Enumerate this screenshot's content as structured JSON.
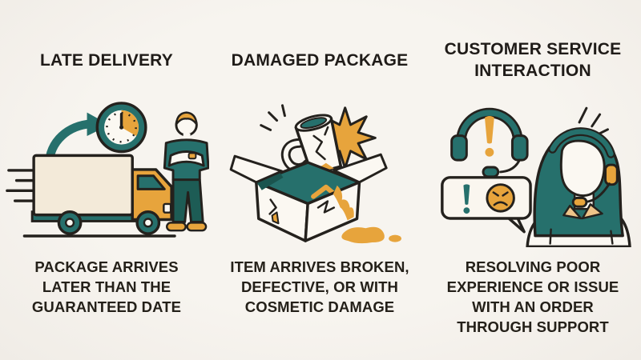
{
  "page": {
    "type": "infographic",
    "background": "#f5f1ec"
  },
  "colors": {
    "teal": "#26706c",
    "teal_dark": "#1d5c55",
    "orange": "#e7a43c",
    "cream": "#f3ead9",
    "collar_cream": "#eec489",
    "paper_white": "#fbf8f2",
    "outline_ink": "#24211d",
    "text": "#1f1b18"
  },
  "columns": [
    {
      "id": "late-delivery",
      "title": "LATE DELIVERY",
      "title_lines": [
        "LATE DELIVERY"
      ],
      "caption": "PACKAGE ARRIVES LATER THAN THE GUARANTEED DATE",
      "caption_lines": [
        "PACKAGE ARRIVES",
        "LATER THAN THE",
        "GUARANTEED DATE"
      ],
      "icons": [
        "speed-lines-icon",
        "delivery-truck-icon",
        "curved-arrow-icon",
        "clock-icon",
        "customer-arms-crossed-icon"
      ]
    },
    {
      "id": "damaged-package",
      "title": "DAMAGED PACKAGE",
      "title_lines": [
        "DAMAGED PACKAGE"
      ],
      "caption": "ITEM ARRIVES BROKEN, DEFECTIVE, OR WITH COSMETIC DAMAGE",
      "caption_lines": [
        "ITEM ARRIVES BROKEN,",
        "DEFECTIVE, OR WITH",
        "COSMETIC DAMAGE"
      ],
      "icons": [
        "sparkle-lines-icon",
        "impact-starburst-icon",
        "cracked-mug-icon",
        "damaged-box-icon",
        "spill-puddle-icon"
      ]
    },
    {
      "id": "customer-service-interaction",
      "title": "CUSTOMER SERVICE INTERACTION",
      "title_lines": [
        "CUSTOMER SERVICE",
        "INTERACTION"
      ],
      "caption": "RESOLVING POOR EXPERIENCE OR ISSUE WITH AN ORDER THROUGH SUPPORT",
      "caption_lines": [
        "RESOLVING POOR",
        "EXPERIENCE OR ISSUE",
        "WITH AN ORDER",
        "THROUGH SUPPORT"
      ],
      "icons": [
        "headset-alert-icon",
        "chat-bubble-angry-icon",
        "support-agent-icon",
        "alert-lines-icon"
      ]
    }
  ]
}
